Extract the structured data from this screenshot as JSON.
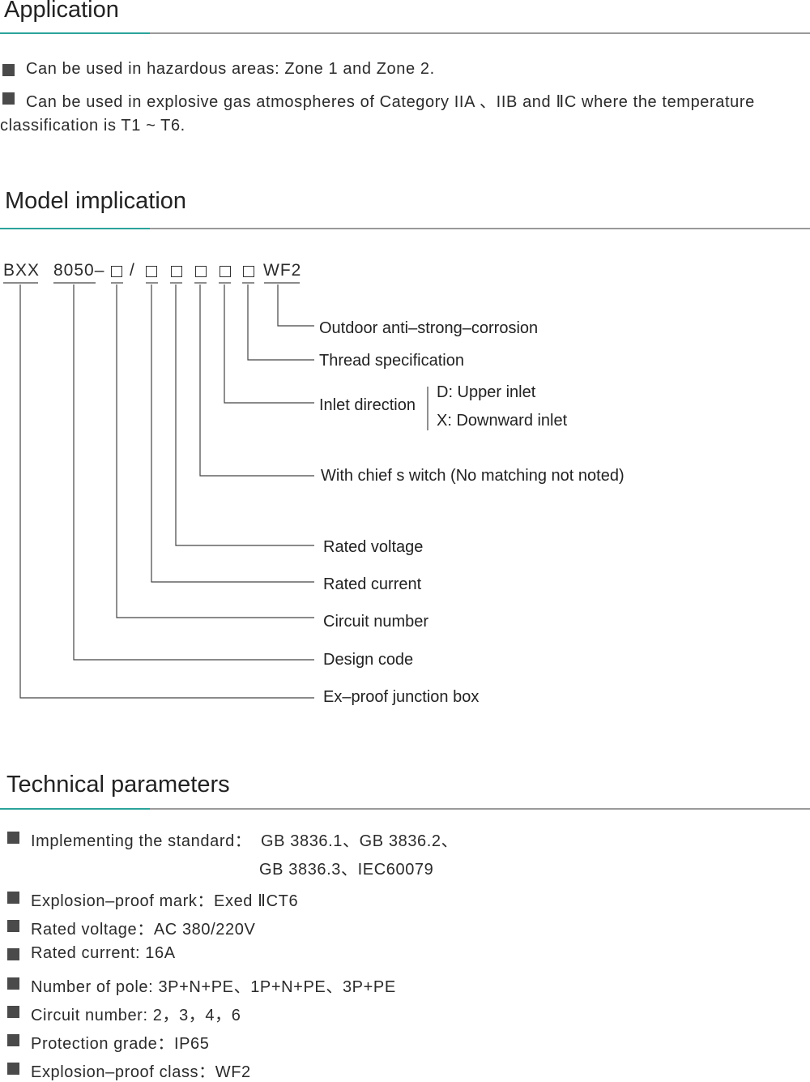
{
  "application": {
    "heading": "Application",
    "items": [
      "Can be used in hazardous areas: Zone 1 and Zone 2.",
      "Can be used in explosive gas atmospheres of Category IIA 、IIB and ⅡC where the temperature",
      "classification is T1 ~ T6."
    ]
  },
  "model": {
    "heading": "Model implication",
    "code_prefix": "BXX",
    "code_design": "8050–",
    "code_slash": "/",
    "code_suffix": "WF2",
    "labels": {
      "outdoor": "Outdoor anti–strong–corrosion",
      "thread": "Thread specification",
      "inlet": "Inlet direction",
      "inlet_d": "D: Upper inlet",
      "inlet_x": "X: Downward inlet",
      "switch": "With chief s witch (No matching not noted)",
      "voltage": "Rated voltage",
      "current": "Rated current",
      "circuit": "Circuit number",
      "design": "Design code",
      "box": "Ex–proof junction box"
    }
  },
  "tech": {
    "heading": "Technical parameters",
    "standard_label": "Implementing the standard：",
    "standard_line1": "GB 3836.1、GB 3836.2、",
    "standard_line2": "GB 3836.3、IEC60079",
    "items": [
      "Explosion–proof mark：Exed ⅡCT6",
      "Rated voltage：AC 380/220V",
      "Rated current: 16A",
      "Number of pole: 3P+N+PE、1P+N+PE、3P+PE",
      "Circuit number: 2，3，4，6",
      "Protection grade：IP65",
      "Explosion–proof class：WF2"
    ]
  },
  "colors": {
    "accent": "#2aa39a",
    "rule": "#9a9a9a",
    "bullet": "#4a4a4a",
    "text": "#2b2b2b"
  }
}
